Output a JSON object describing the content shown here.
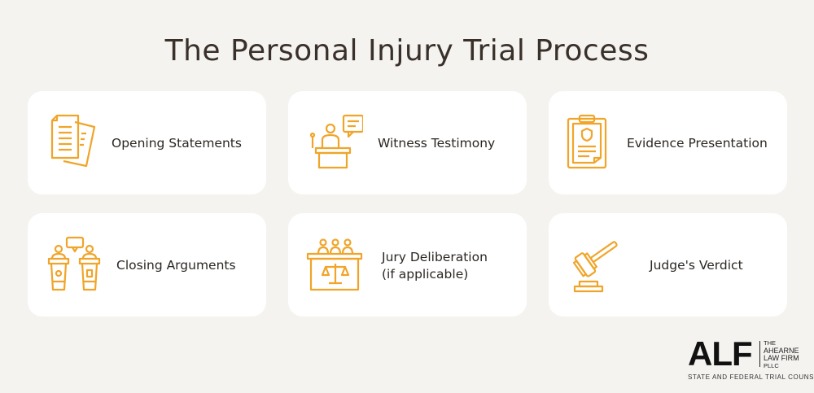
{
  "title": "The Personal Injury Trial Process",
  "accent_color": "#f0a52a",
  "steps": [
    {
      "label": "Opening Statements",
      "icon": "documents-icon"
    },
    {
      "label": "Witness Testimony",
      "icon": "witness-stand-icon"
    },
    {
      "label": "Evidence Presentation",
      "icon": "clipboard-evidence-icon"
    },
    {
      "label": "Closing Arguments",
      "icon": "podiums-speech-icon"
    },
    {
      "label": "Jury Deliberation (if applicable)",
      "label_line1": "Jury Deliberation",
      "label_line2": "(if applicable)",
      "icon": "jury-box-scales-icon"
    },
    {
      "label": "Judge's Verdict",
      "icon": "gavel-icon"
    }
  ],
  "logo": {
    "mark": "ALF",
    "line1": "THE",
    "line2": "AHEARNE",
    "line3": "LAW FIRM",
    "line4": "PLLC",
    "tagline": "STATE AND FEDERAL TRIAL COUNSEL"
  }
}
